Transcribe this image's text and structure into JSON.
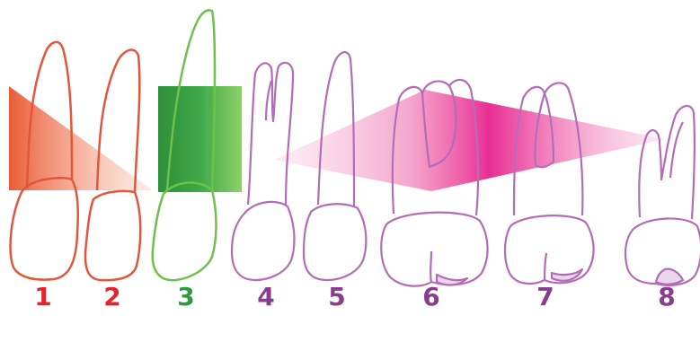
{
  "colors": {
    "red": "#e4242d",
    "green": "#2f9a3d",
    "purple": "#8a3c8f",
    "red_outline": "#e1573b",
    "green_outline": "#6cc24a",
    "purple_outline": "#b46cb6",
    "pink": "#e8238e"
  },
  "teeth": [
    {
      "number": "1",
      "group": "red"
    },
    {
      "number": "2",
      "group": "red"
    },
    {
      "number": "3",
      "group": "green"
    },
    {
      "number": "4",
      "group": "purple"
    },
    {
      "number": "5",
      "group": "purple"
    },
    {
      "number": "6",
      "group": "purple"
    },
    {
      "number": "7",
      "group": "purple"
    },
    {
      "number": "8",
      "group": "purple"
    }
  ]
}
